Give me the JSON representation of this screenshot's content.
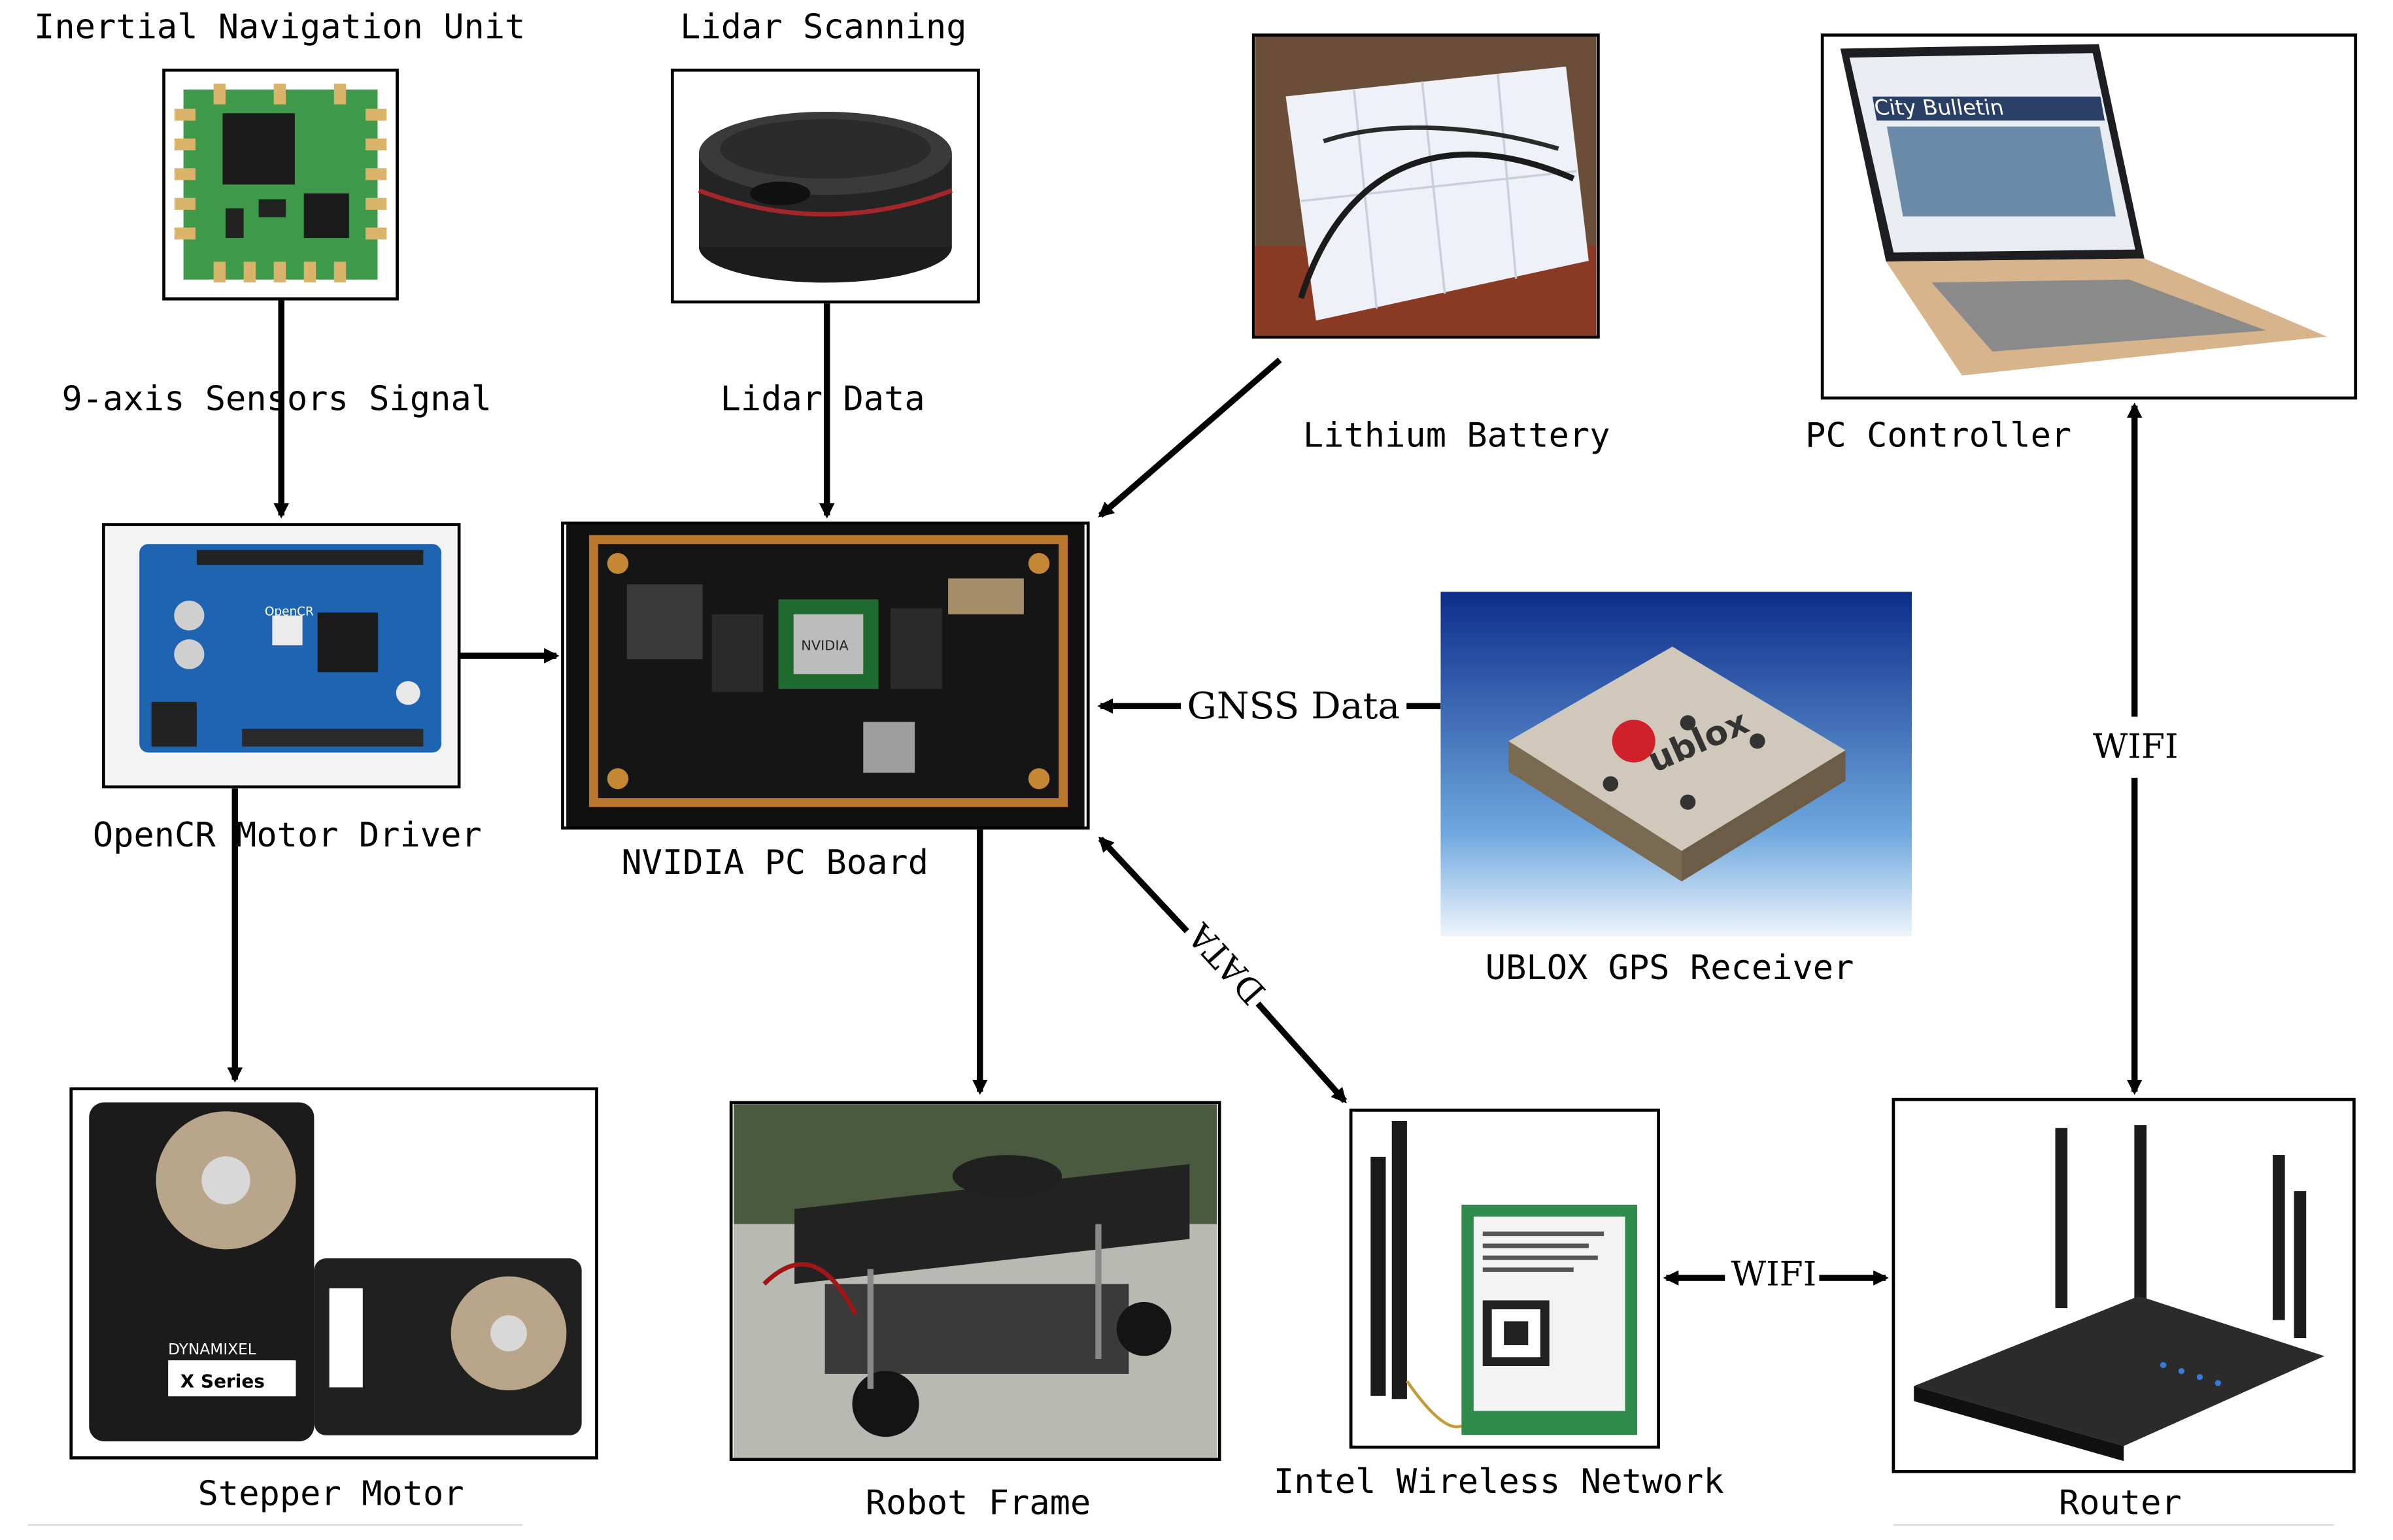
{
  "labels": {
    "inu": "Inertial Navigation Unit",
    "lidar": "Lidar Scanning",
    "nine_axis": "9-axis Sensors Signal",
    "lidar_data": "Lidar Data",
    "battery": "Lithium Battery",
    "pc_controller": "PC Controller",
    "opencr": "OpenCR  Motor Driver",
    "nvidia": "NVIDIA PC Board",
    "gnss_data": "GNSS Data",
    "ublox": "UBLOX GPS Receiver",
    "wifi_vertical": "WIFI",
    "data": "DATA",
    "stepper": "Stepper Motor",
    "robot": "Robot Frame",
    "intel": "Intel Wireless Network",
    "wifi_horizontal": "WIFI",
    "router": "Router"
  },
  "images": {
    "laptop_brand": "City Bulletin",
    "ublox_logo": "ublox",
    "nvidia_chip": "NVIDIA",
    "opencr_board": "OpenCR",
    "motor_brand": "DYNAMIXEL",
    "motor_series": "X Series"
  }
}
